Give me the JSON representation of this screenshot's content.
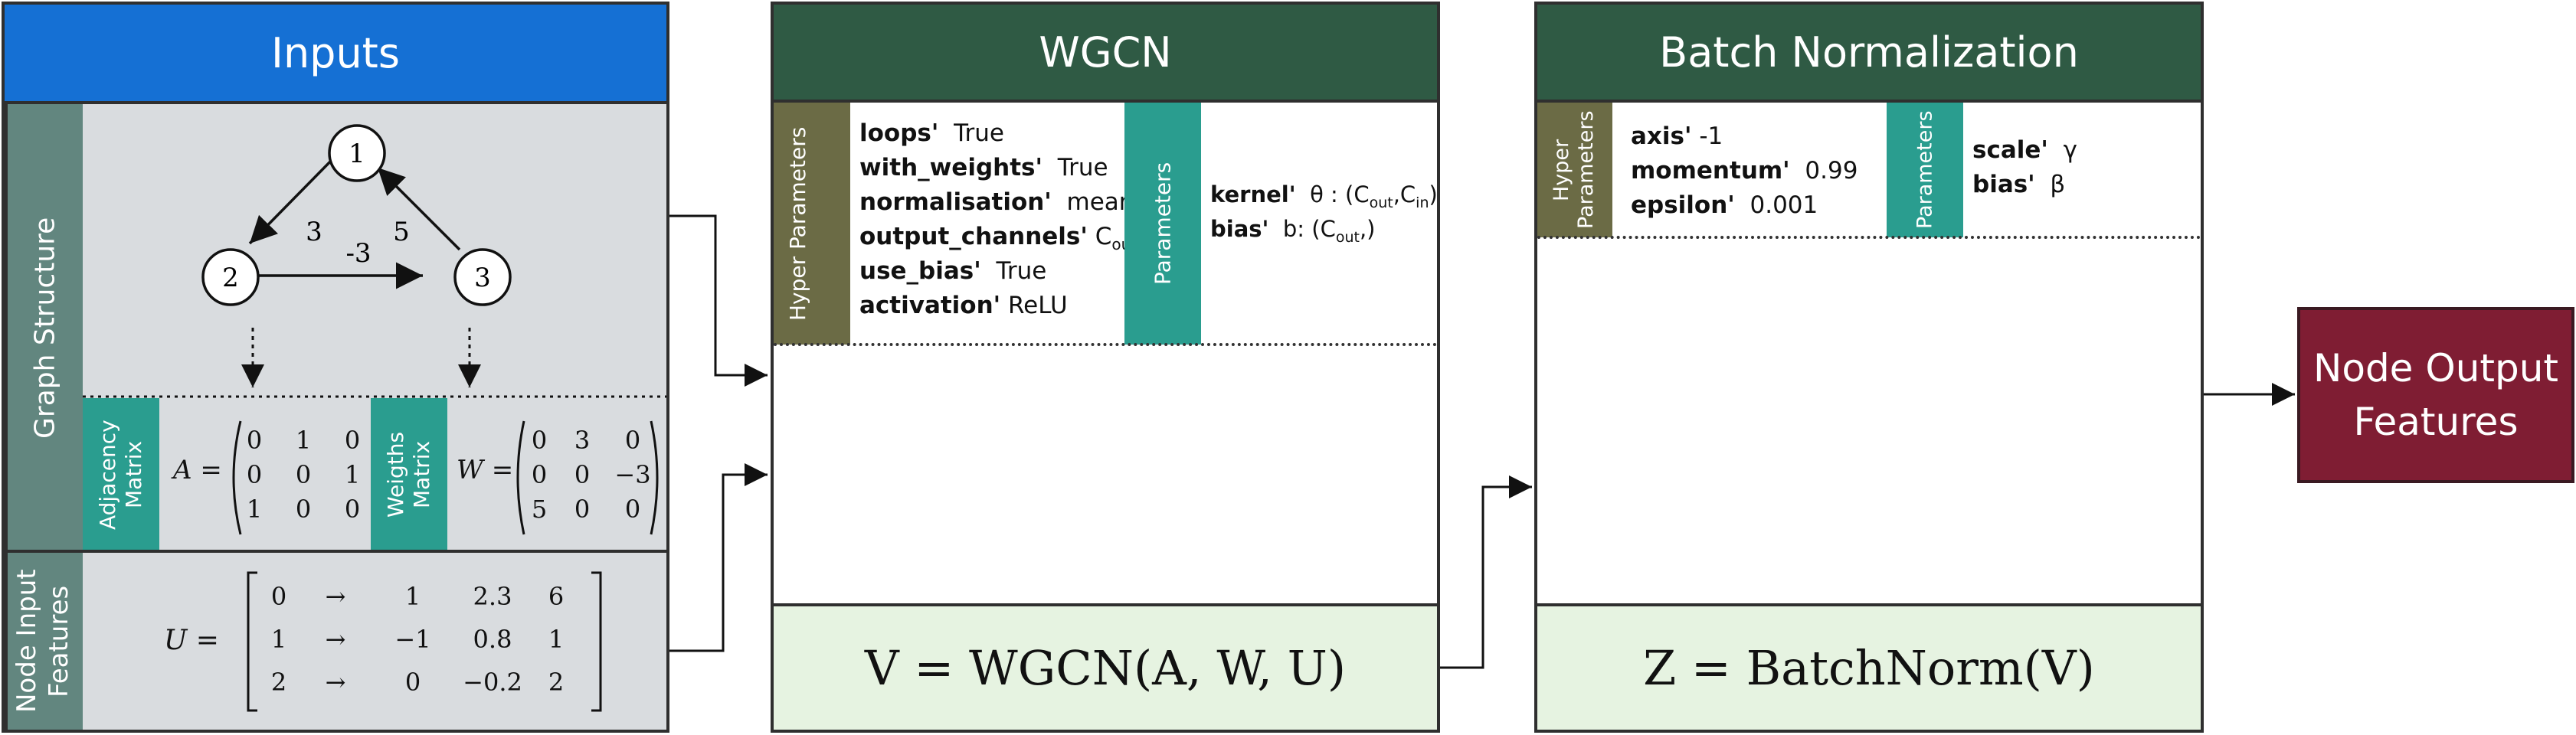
{
  "inputs": {
    "title": "Inputs",
    "graph_structure_label": "Graph Structure",
    "node_input_label": "Node Input Features",
    "graph": {
      "nodes": [
        "1",
        "2",
        "3"
      ],
      "edge_labels": [
        "3",
        "5",
        "-3"
      ]
    },
    "adjacency": {
      "label": "Adjacency Matrix",
      "lhs": "A =",
      "rows": [
        [
          "0",
          "1",
          "0"
        ],
        [
          "0",
          "0",
          "1"
        ],
        [
          "1",
          "0",
          "0"
        ]
      ]
    },
    "weights": {
      "label": "Weigths Matrix",
      "lhs": "W =",
      "rows": [
        [
          "0",
          "3",
          "0"
        ],
        [
          "0",
          "0",
          "−3"
        ],
        [
          "5",
          "0",
          "0"
        ]
      ]
    },
    "features": {
      "lhs": "U =",
      "rows": [
        [
          "0",
          "→",
          "1",
          "2.3",
          "6"
        ],
        [
          "1",
          "→",
          "−1",
          "0.8",
          "1"
        ],
        [
          "2",
          "→",
          "0",
          "−0.2",
          "2"
        ]
      ]
    }
  },
  "wgcn": {
    "title": "WGCN",
    "hyper_label": "Hyper Parameters",
    "params_label": "Parameters",
    "hyper_params": [
      {
        "key": "loops'",
        "value": "True"
      },
      {
        "key": "with_weights'",
        "value": "True"
      },
      {
        "key": "normalisation'",
        "value": "mean"
      },
      {
        "key": "output_channels'",
        "value": "C",
        "sub": "out"
      },
      {
        "key": "use_bias'",
        "value": "True"
      },
      {
        "key": "activation'",
        "value": "ReLU"
      }
    ],
    "params": [
      {
        "key": "kernel'",
        "value_pre": "θ : (C",
        "sub1": "out",
        "mid": ",C",
        "sub2": "in",
        "value_post": ")"
      },
      {
        "key": "bias'",
        "value_pre": "b: (C",
        "sub1": "out",
        "value_post": ",)"
      }
    ],
    "formula": "V = WGCN(A, W, U)"
  },
  "batchnorm": {
    "title": "Batch Normalization",
    "hyper_label": "Hyper Parameters",
    "params_label": "Parameters",
    "hyper_params": [
      {
        "key": "axis'",
        "value": "-1"
      },
      {
        "key": "momentum'",
        "value": "0.99"
      },
      {
        "key": "epsilon'",
        "value": "0.001"
      }
    ],
    "params": [
      {
        "key": "scale'",
        "value": "γ"
      },
      {
        "key": "bias'",
        "value": "β"
      }
    ],
    "formula": "Z = BatchNorm(V)"
  },
  "output": {
    "label_line1": "Node Output",
    "label_line2": "Features"
  },
  "colors": {
    "inputs_title": "#1570d4",
    "dark_green_title": "#2f5a44",
    "teal": "#2a9d8f",
    "olive": "#6b6b45",
    "slate": "#62867f",
    "formula_bg": "#e6f3e1",
    "output_box": "#7f1d33",
    "gray_bg": "#d9dcdf"
  }
}
